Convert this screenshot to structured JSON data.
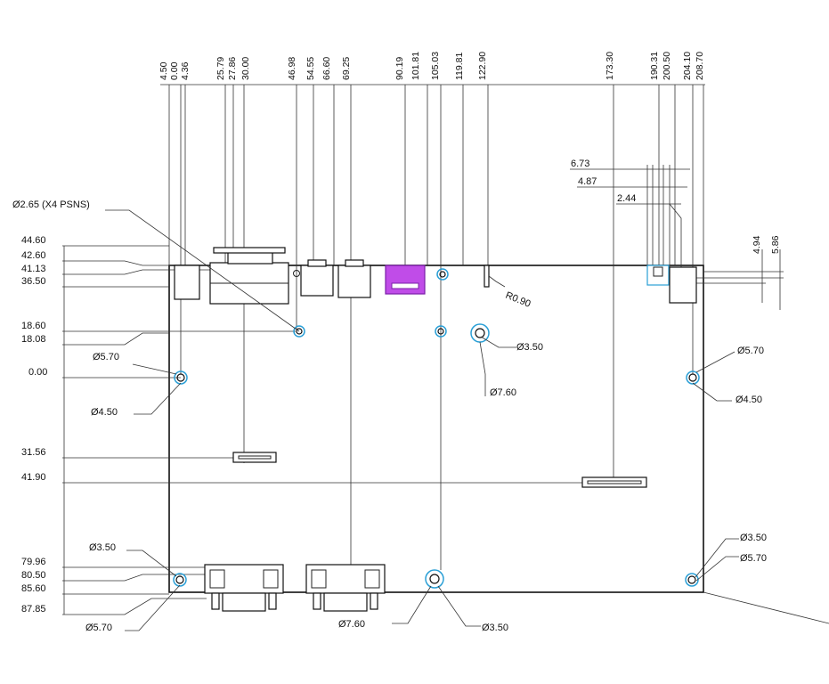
{
  "top_dims": [
    "4.50",
    "0.00",
    "4.36",
    "25.79",
    "27.86",
    "30.00",
    "46.98",
    "54.55",
    "66.60",
    "69.25",
    "90.19",
    "101.81",
    "105.03",
    "119.81",
    "122.90",
    "173.30",
    "190.31",
    "200.50",
    "204.10",
    "208.70"
  ],
  "left_dims": [
    "44.60",
    "42.60",
    "41.13",
    "36.50",
    "18.60",
    "18.08",
    "0.00",
    "31.56",
    "41.90",
    "79.96",
    "80.50",
    "85.60",
    "87.85"
  ],
  "right_dims": [
    "4.94",
    "5.86"
  ],
  "small_dims": [
    "6.73",
    "4.87",
    "2.44"
  ],
  "callouts": {
    "hole_note": "Ø2.65 (X4 PSNS)",
    "radius": "R0.90",
    "top_left_outer": "Ø5.70",
    "top_left_inner": "Ø4.50",
    "mid_hole_inner": "Ø3.50",
    "mid_hole_outer": "Ø7.60",
    "top_right_outer": "Ø5.70",
    "top_right_inner": "Ø4.50",
    "bot_left_inner": "Ø3.50",
    "bot_left_outer": "Ø5.70",
    "bot_mid_outer": "Ø7.60",
    "bot_mid_inner": "Ø3.50",
    "bot_right_inner": "Ø3.50",
    "bot_right_outer": "Ø5.70"
  },
  "colors": {
    "hole_ring": "#2a9fd6",
    "usb_c": "#c04ce8",
    "line": "#222222"
  }
}
